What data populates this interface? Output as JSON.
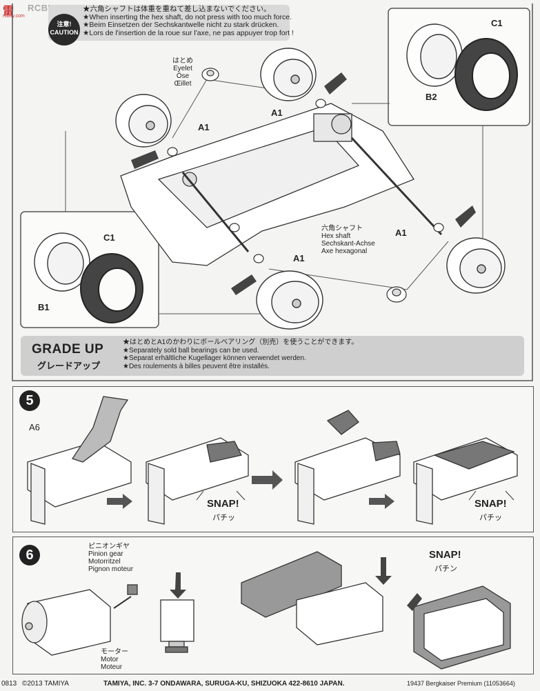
{
  "watermark": {
    "logo": "雷",
    "site": "RCBUY SEARCH",
    "url": "rcbuy.com"
  },
  "caution": {
    "badge_jp": "注意!",
    "badge_en": "CAUTION",
    "lines": [
      "★六角シャフトは体重を重ねて差し込まないでください。",
      "★When inserting the hex shaft, do not press with too much force.",
      "★Beim Einsetzen der Sechskantwelle nicht zu stark drücken.",
      "★Lors de l'insertion de la roue sur l'axe, ne pas appuyer trop fort !"
    ]
  },
  "labels": {
    "eyelet": [
      "はとめ",
      "Eyelet",
      "Öse",
      "Œillet"
    ],
    "a1": "A1",
    "b1": "B1",
    "b2": "B2",
    "c1": "C1",
    "hex_shaft": [
      "六角シャフト",
      "Hex shaft",
      "Sechskant-Achse",
      "Axe hexagonal"
    ]
  },
  "grade_up": {
    "title": "GRADE UP",
    "subtitle": "グレードアップ",
    "lines": [
      "★はとめとA1のかわりにボールベアリング（別売）を使うことができます。",
      "★Separately sold ball bearings can be used.",
      "★Separat erhältliche Kugellager können verwendet werden.",
      "★Des roulements à billes peuvent être installés."
    ]
  },
  "step5": {
    "number": "5",
    "part": "A6",
    "snap": "SNAP!",
    "snap_jp": "パチッ"
  },
  "step6": {
    "number": "6",
    "pinion": [
      "ピニオンギヤ",
      "Pinion gear",
      "Motorritzel",
      "Pignon moteur"
    ],
    "motor": [
      "モーター",
      "Motor",
      "Moteur"
    ],
    "snap": "SNAP!",
    "snap_jp": "パチン"
  },
  "footer": {
    "code": "0813",
    "copyright": "©2013 TAMIYA",
    "address": "TAMIYA, INC. 3-7 ONDAWARA, SURUGA-KU, SHIZUOKA 422-8610 JAPAN.",
    "product": "19437  Bergkaiser Premium (11053664)"
  }
}
